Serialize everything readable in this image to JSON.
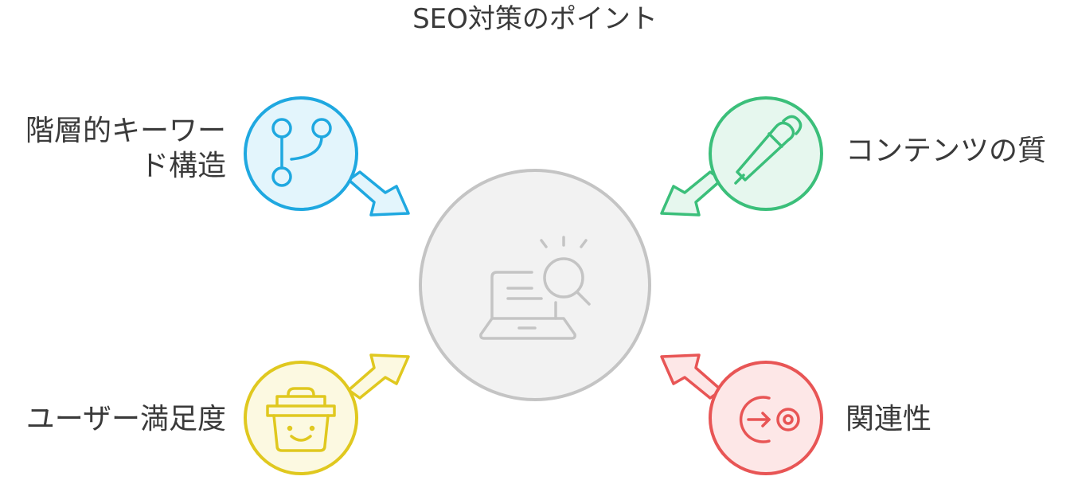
{
  "title": "SEO対策のポイント",
  "center": {
    "icon": "laptop-search-icon"
  },
  "items": [
    {
      "id": "top-left",
      "lines": [
        "階層的キーワー",
        "ド構造"
      ],
      "icon": "branch-icon",
      "color": "#1fa8e0",
      "fill": "#e3f5fc"
    },
    {
      "id": "top-right",
      "lines": [
        "コンテンツの質"
      ],
      "icon": "pen-icon",
      "color": "#3bbf7a",
      "fill": "#e6f7ee"
    },
    {
      "id": "bottom-left",
      "lines": [
        "ユーザー満足度"
      ],
      "icon": "smiling-basket-icon",
      "color": "#e0c81f",
      "fill": "#fcf9e1"
    },
    {
      "id": "bottom-right",
      "lines": [
        "関連性"
      ],
      "icon": "arrow-target-icon",
      "color": "#e85555",
      "fill": "#fde7e7"
    }
  ]
}
